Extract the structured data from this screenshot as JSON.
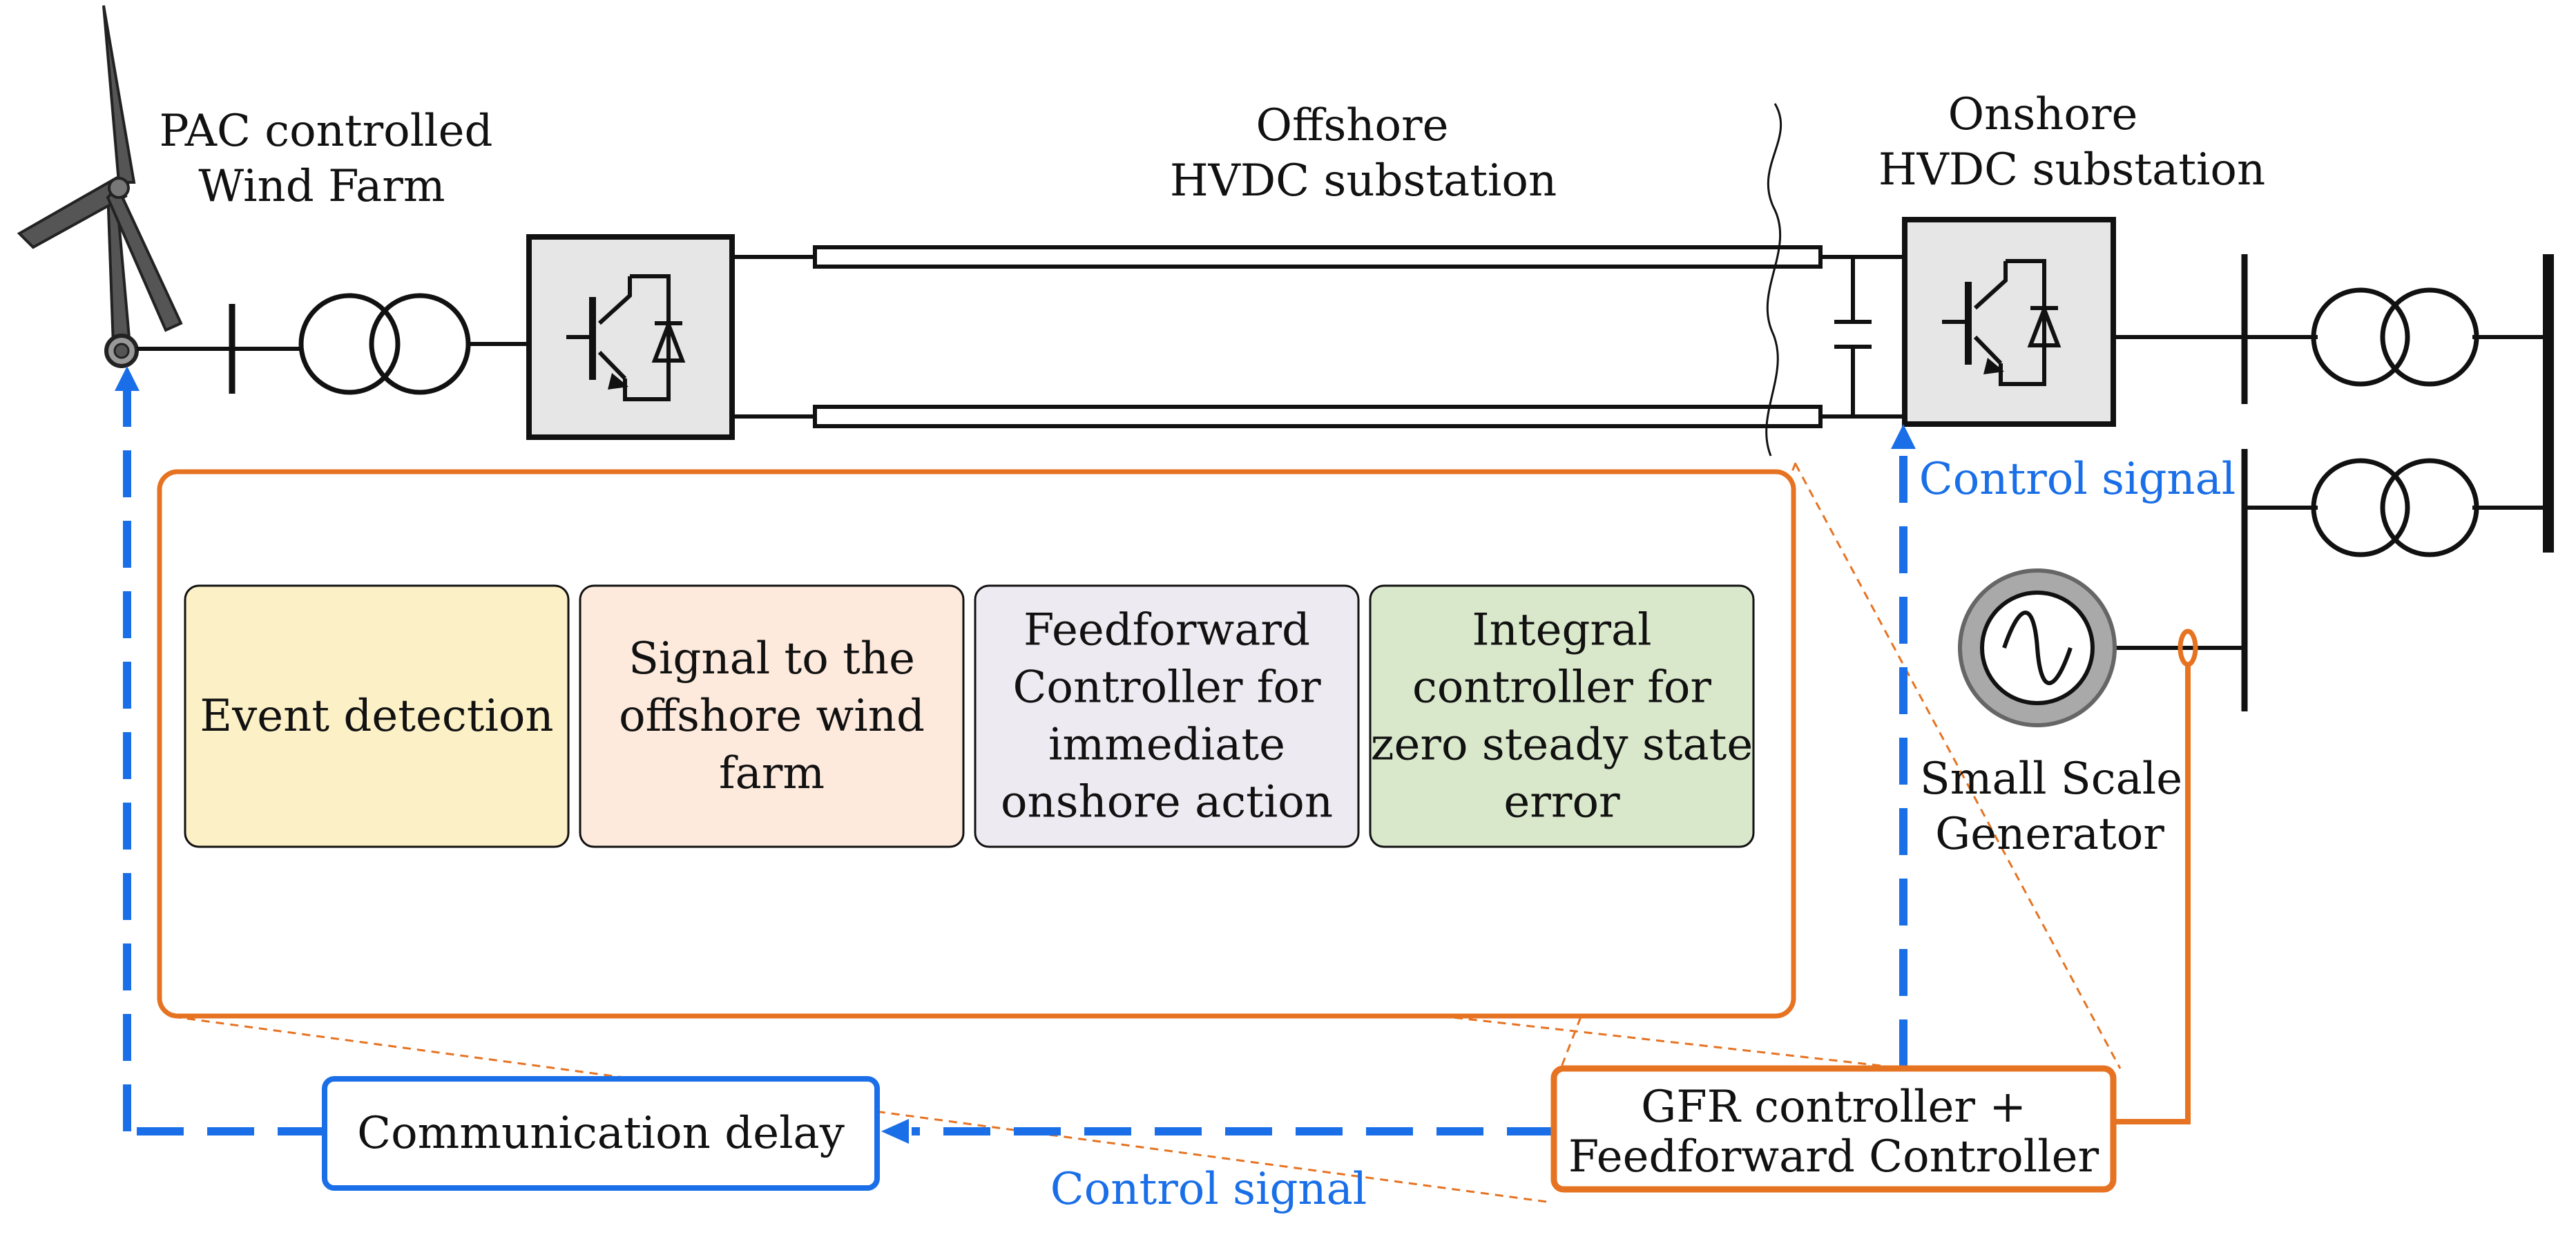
{
  "labels": {
    "wind_farm_line1": "PAC controlled",
    "wind_farm_line2": "Wind Farm",
    "offshore_line1": "Offshore",
    "offshore_line2": "HVDC substation",
    "onshore_line1": "Onshore",
    "onshore_line2": "HVDC substation",
    "control_signal_top": "Control signal",
    "control_signal_bottom": "Control signal",
    "generator_line1": "Small Scale",
    "generator_line2": "Generator"
  },
  "blocks": [
    {
      "lines": [
        "Event detection"
      ],
      "fill": "#fcf0c7"
    },
    {
      "lines": [
        "Signal to the",
        "offshore wind",
        "farm"
      ],
      "fill": "#fdeadc"
    },
    {
      "lines": [
        "Feedforward",
        "Controller for",
        "immediate",
        "onshore action"
      ],
      "fill": "#eeeaf1"
    },
    {
      "lines": [
        "Integral",
        "controller for",
        "zero steady state",
        "error"
      ],
      "fill": "#d9e8cb"
    }
  ],
  "gfr_box": {
    "line1": "GFR controller +",
    "line2": "Feedforward Controller"
  },
  "delay_box": {
    "label": "Communication delay"
  },
  "colors": {
    "orange": "#e67322",
    "blue": "#1a6fe8",
    "converter_fill": "#e6e6e6",
    "line": "#111111"
  }
}
